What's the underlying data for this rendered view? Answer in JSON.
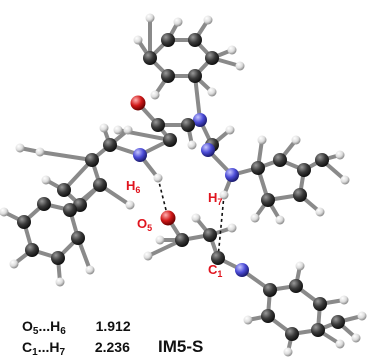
{
  "atom_labels": {
    "h6": {
      "main": "H",
      "sub": "6",
      "color": "#e0141e"
    },
    "h7": {
      "main": "H",
      "sub": "7",
      "color": "#e0141e"
    },
    "o5": {
      "main": "O",
      "sub": "5",
      "color": "#e0141e"
    },
    "c1": {
      "main": "C",
      "sub": "1",
      "color": "#e0141e"
    }
  },
  "distances": [
    {
      "atom_a": "O",
      "sub_a": "5",
      "sep": "...",
      "atom_b": "H",
      "sub_b": "6",
      "value": "1.912"
    },
    {
      "atom_a": "C",
      "sub_a": "1",
      "sep": "...",
      "atom_b": "H",
      "sub_b": "7",
      "value": "2.236"
    }
  ],
  "structure_name": "IM5-S",
  "colors": {
    "carbon": "#3a3a3a",
    "hydrogen": "#e8e8e8",
    "nitrogen": "#4b4bd6",
    "oxygen": "#d01818",
    "label": "#e0141e"
  }
}
